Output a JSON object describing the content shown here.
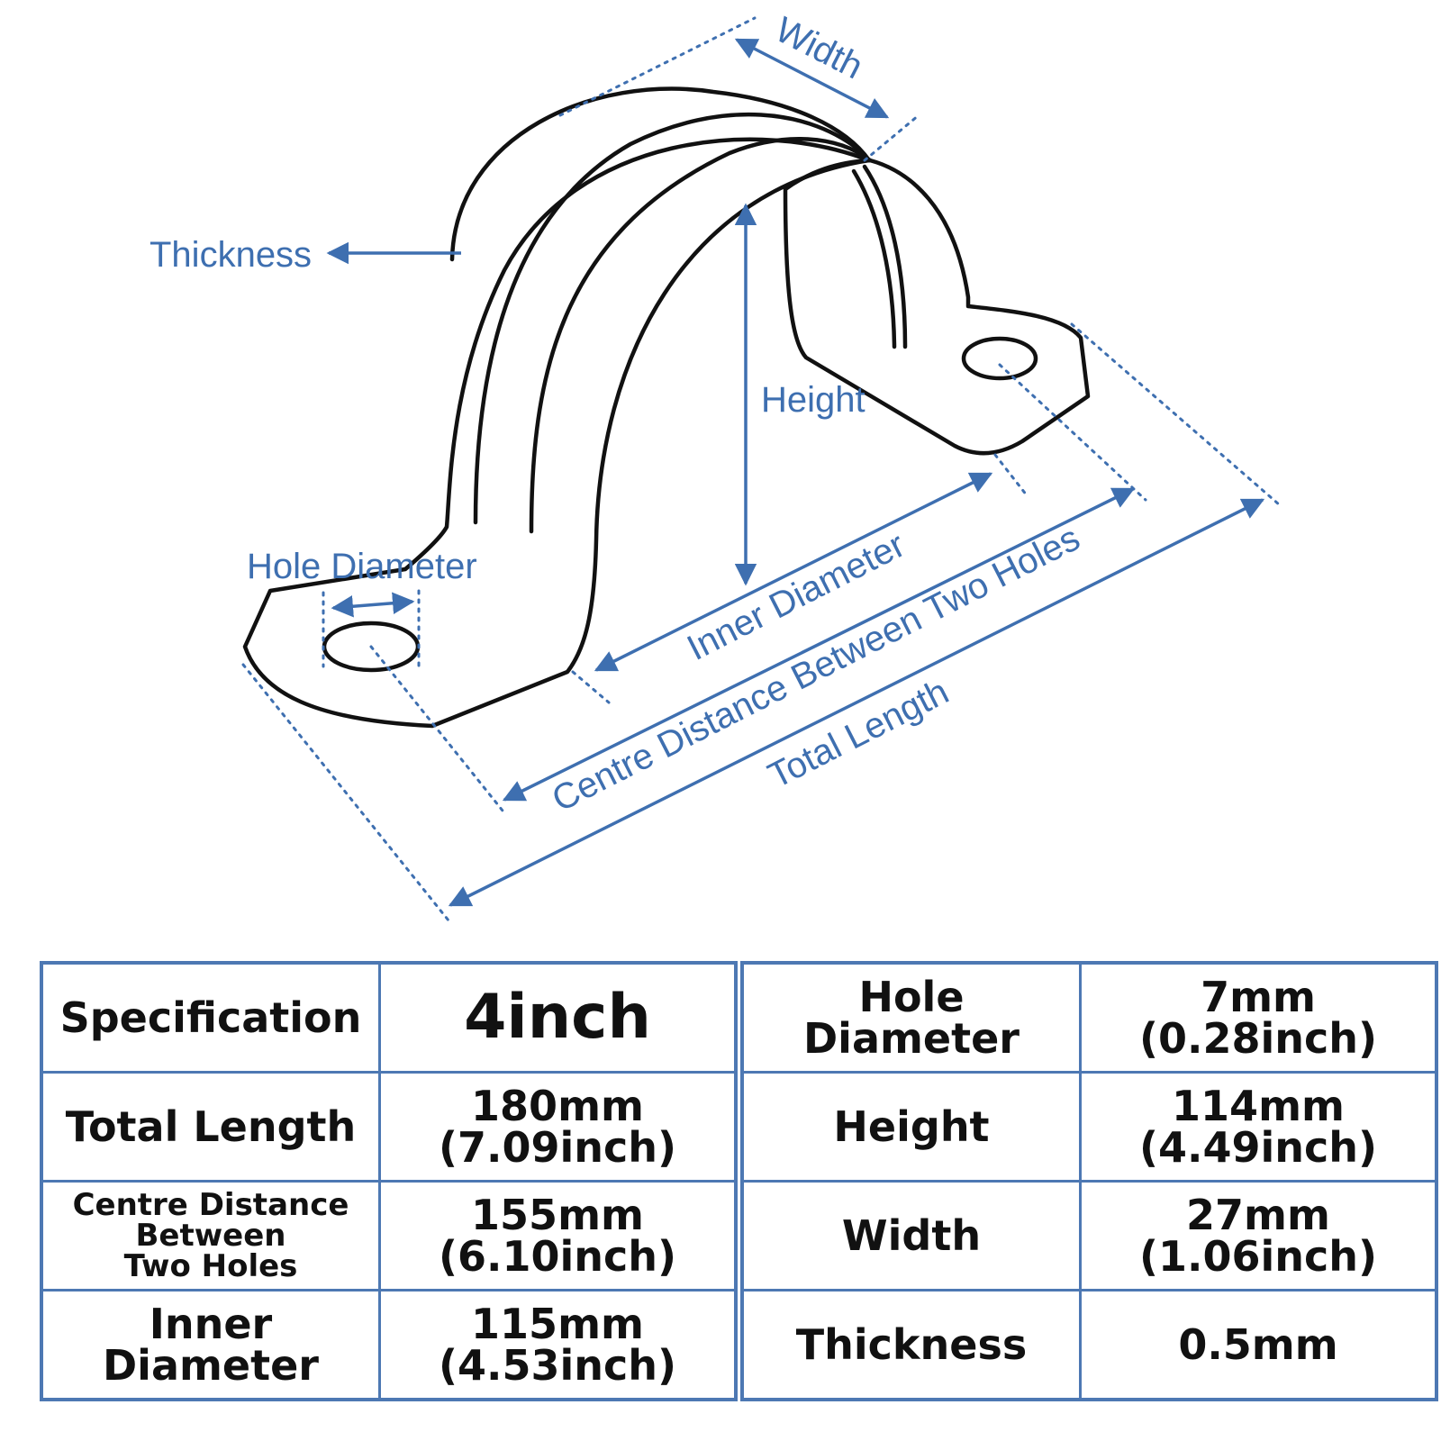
{
  "diagram": {
    "labels": {
      "width": "Width",
      "thickness": "Thickness",
      "height": "Height",
      "hole_diameter": "Hole Diameter",
      "inner_diameter": "Inner Diameter",
      "centre_distance": "Centre Distance Between Two Holes",
      "total_length": "Total Length"
    },
    "colors": {
      "annotation": "#3e6fb0",
      "outline": "#111111",
      "table_border": "#4d78b3"
    }
  },
  "spec_table_left": [
    {
      "label": "Specification",
      "value": "4inch"
    },
    {
      "label": "Total Length",
      "value": "180mm\n(7.09inch)"
    },
    {
      "label": "Centre Distance\nBetween\nTwo Holes",
      "value": "155mm\n(6.10inch)"
    },
    {
      "label": "Inner\nDiameter",
      "value": "115mm\n(4.53inch)"
    }
  ],
  "spec_table_right": [
    {
      "label": "Hole\nDiameter",
      "value": "7mm\n(0.28inch)"
    },
    {
      "label": "Height",
      "value": "114mm\n(4.49inch)"
    },
    {
      "label": "Width",
      "value": "27mm\n(1.06inch)"
    },
    {
      "label": "Thickness",
      "value": "0.5mm"
    }
  ]
}
